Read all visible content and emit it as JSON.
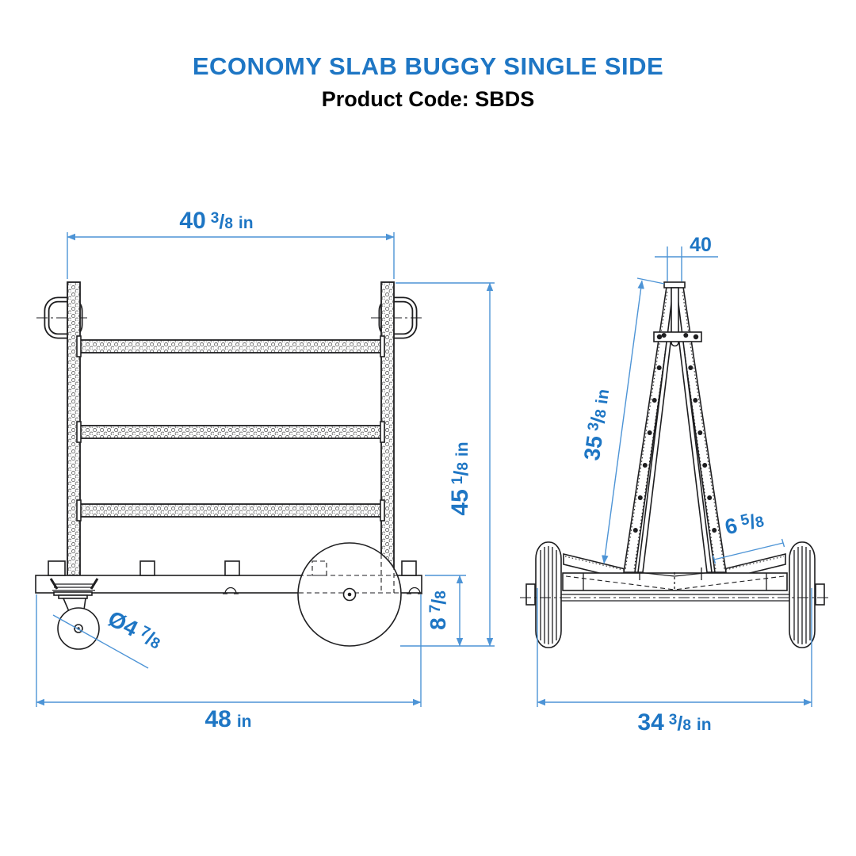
{
  "colors": {
    "accent": "#1E76C4",
    "dimline": "#4D94D6",
    "ink": "#1E1E20"
  },
  "header": {
    "title": "ECONOMY SLAB BUGGY SINGLE SIDE",
    "subtitle_label": "Product Code:",
    "subtitle_value": "SBDS"
  },
  "views": {
    "side": {
      "label": "side-view",
      "dims": {
        "top_width": {
          "whole": "40",
          "num": "3",
          "sep": "/",
          "den": "8",
          "unit": "in"
        },
        "overall_height": {
          "whole": "45",
          "num": "1",
          "sep": "/",
          "den": "8",
          "unit": "in"
        },
        "deck_height": {
          "whole": "8",
          "num": "7",
          "sep": "/",
          "den": "8"
        },
        "overall_length": {
          "whole": "48",
          "unit": "in"
        },
        "caster_diameter": {
          "whole": "Ø4",
          "num": "7",
          "sep": "/",
          "den": "8"
        }
      }
    },
    "front": {
      "label": "front-view",
      "dims": {
        "apex_width": {
          "whole": "40"
        },
        "frame_length": {
          "whole": "35",
          "num": "3",
          "sep": "/",
          "den": "8",
          "unit": "in"
        },
        "wing_length": {
          "whole": "6",
          "num": "5",
          "sep": "/",
          "den": "8"
        },
        "overall_width": {
          "whole": "34",
          "num": "3",
          "sep": "/",
          "den": "8",
          "unit": "in"
        }
      }
    }
  }
}
